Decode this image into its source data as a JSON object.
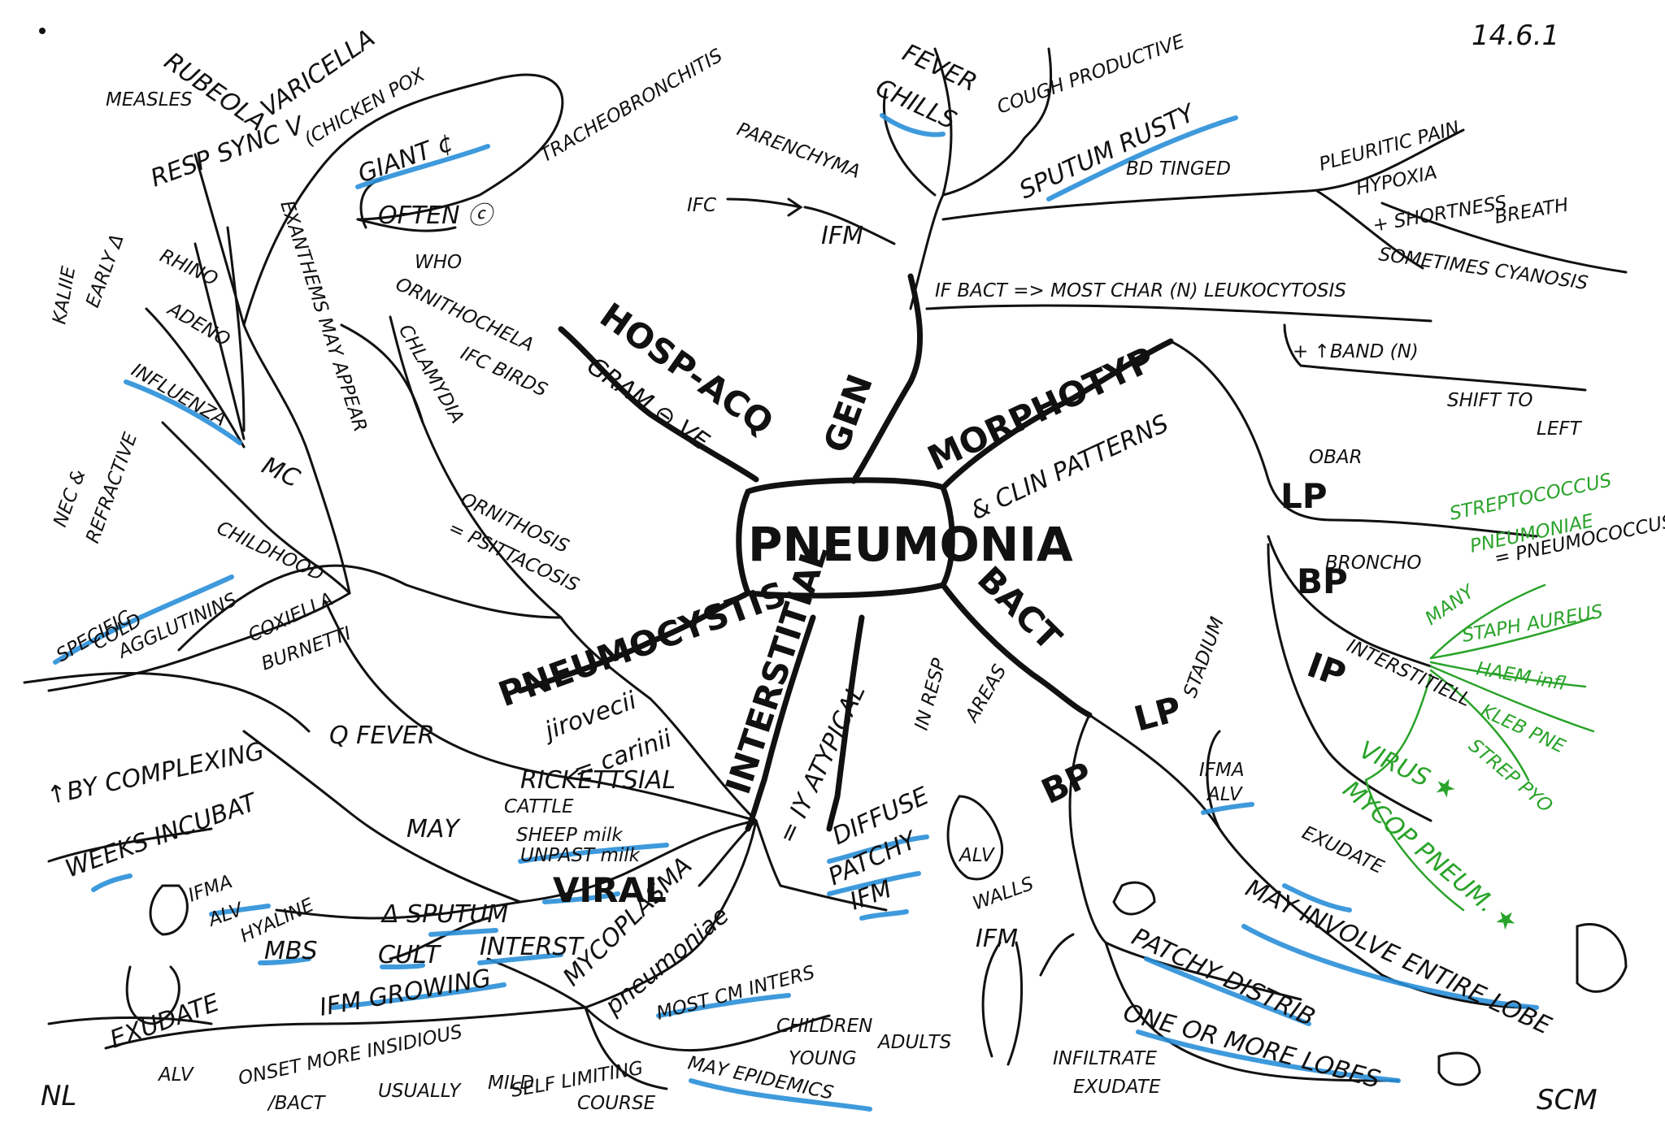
{
  "corners": {
    "date": "14.6.1",
    "bottom_left": "NL",
    "bottom_right": "SCM"
  },
  "center": "PNEUMONIA",
  "main_branches": {
    "gen": "GEN",
    "hosp_acq": "HOSP-ACQ",
    "gram_neg": "GRAM ⊖ VE",
    "morphotyp": "MORPHOTYP",
    "clin_patterns": "& CLIN PATTERNS",
    "bact": "BACT",
    "interstitial": "INTERSTITIAL",
    "atypical": "= IY ATYPICAL",
    "pneumocystis": "PNEUMOCYSTIS",
    "jirovecii": "jirovecii",
    "carinii": "= carinii"
  },
  "gen_branch": {
    "fever": "FEVER",
    "chills": "CHILLS",
    "cough": "COUGH PRODUCTIVE",
    "sputum": "SPUTUM RUSTY",
    "bd_tinged": "BD TINGED",
    "pleuritic": "PLEURITIC PAIN",
    "hypoxia": "HYPOXIA",
    "shortness": "+ SHORTNESS",
    "breath": "BREATH",
    "cyanosis": "SOMETIMES CYANOSIS",
    "parenchyma": "PARENCHYMA",
    "ifc": "IFC",
    "ifm": "IFM",
    "bact_leuko": "IF BACT => MOST CHAR (N) LEUKOCYTOSIS",
    "band": "+ ↑BAND (N)",
    "shift": "SHIFT TO",
    "left": "LEFT"
  },
  "morpho_branch": {
    "lp": "LP",
    "lobar": "OBAR",
    "strepto": "STREPTOCOCCUS",
    "pneumoniae": "PNEUMONIAE",
    "pneumococcus": "= PNEUMOCOCCUS",
    "bp": "BP",
    "broncho": "BRONCHO",
    "ip": "IP",
    "interstitiell": "INTERSTITIELL",
    "many": "MANY",
    "staph": "STAPH AUREUS",
    "haem": "HAEM infl",
    "kleb": "KLEB PNE",
    "strep_pyo": "STREP PYO",
    "virus": "VIRUS ★",
    "mycop": "MYCOP PNEUM. ★"
  },
  "bact_branch": {
    "lp": "LP",
    "stadium": "STADIUM",
    "ifma": "IFMA",
    "alv": "ALV",
    "exudate": "EXUDATE",
    "entire_lobe": "MAY INVOLVE ENTIRE LOBE",
    "bp": "BP",
    "walls": "WALLS",
    "ifm": "IFM",
    "patchy": "PATCHY DISTRIB",
    "lobes": "ONE OR MORE LOBES",
    "infiltrate": "INFILTRATE",
    "exudate2": "EXUDATE",
    "in_resp": "IN RESP",
    "areas": "AREAS",
    "diffuse": "DIFFUSE",
    "patchy2": "PATCHY",
    "ifm2": "IFM",
    "alv_small": "ALV"
  },
  "left_side": {
    "measles": "MEASLES",
    "rubeola": "RUBEOLA",
    "varicella": "VARICELLA",
    "chicken_pox": "(CHICKEN POX",
    "tracheo": "TRACHEOBRONCHITIS",
    "giant": "GIANT ¢",
    "often": "OFTEN ⓒ",
    "resp_sync": "RESP SYNC V",
    "rhino": "RHINO",
    "adeno": "ADENO",
    "influenza": "INFLUENZA",
    "mc": "MC",
    "exanthems": "EXANTHEMS MAY APPEAR",
    "childhood": "CHILDHOOD",
    "kaliie": "KALIIE",
    "early": "EARLY Δ",
    "arrow_to": "→",
    "nec": "NEC &",
    "refractive": "REFRACTIVE",
    "specific": "SPECIFIC",
    "cold": "COLD",
    "agglutinins": "AGGLUTININS",
    "ornithosis": "ORNITHOSIS",
    "psittacosis": "= PSITTACOSIS",
    "chlamydia": "CHLAMYDIA",
    "ornithochela": "ORNITHOCHELA",
    "ifc_birds": "IFC BIRDS",
    "who": "WHO",
    "coxiella": "COXIELLA",
    "burnetti": "BURNETTI",
    "q_fever": "Q FEVER",
    "by_complexing": "↑BY COMPLEXING",
    "may": "MAY",
    "rickettsial": "RICKETTSIAL",
    "cattle": "CATTLE",
    "sheep": "SHEEP milk",
    "unpast": "UNPAST milk",
    "viral": "VIRAL",
    "weeks": "WEEKS INCUBAT",
    "mycoplasma": "MYCOPLASMA",
    "pneumoniae": "pneumoniae",
    "ifma": "IFMA",
    "alv": "ALV",
    "hyaline": "HYALINE",
    "mbs": "MBS",
    "sputum": "Δ SPUTUM",
    "cult": "CULT",
    "interst": "INTERST",
    "ifm_growing": "IFM GROWING",
    "exudate": "EXUDATE",
    "alv2": "ALV",
    "most_cm": "MOST CM INTERS",
    "children": "CHILDREN",
    "young": "YOUNG",
    "adults": "ADULTS",
    "onset": "ONSET MORE INSIDIOUS",
    "bact": "/BACT",
    "usually": "USUALLY",
    "mild": "MILD",
    "self_limiting": "SELF LIMITING",
    "course": "COURSE",
    "epidemics": "MAY EPIDEMICS"
  }
}
